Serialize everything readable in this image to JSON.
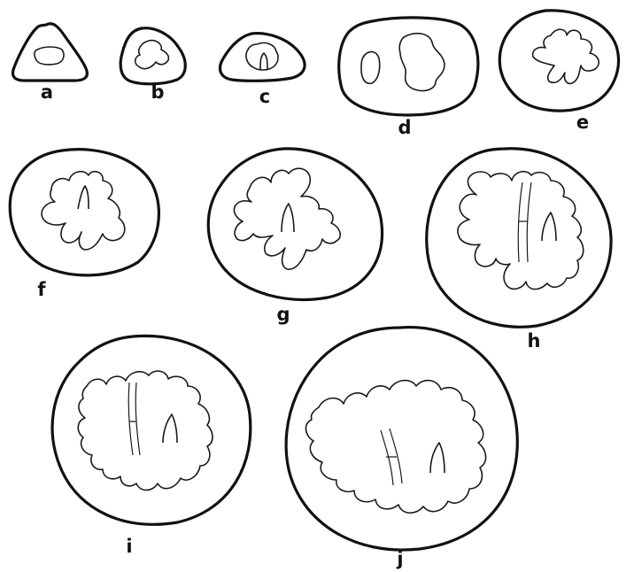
{
  "figure": {
    "panels": [
      {
        "label": "a"
      },
      {
        "label": "b"
      },
      {
        "label": "c"
      },
      {
        "label": "d"
      },
      {
        "label": "e"
      },
      {
        "label": "f"
      },
      {
        "label": "g"
      },
      {
        "label": "h"
      },
      {
        "label": "i"
      },
      {
        "label": "j"
      }
    ]
  }
}
